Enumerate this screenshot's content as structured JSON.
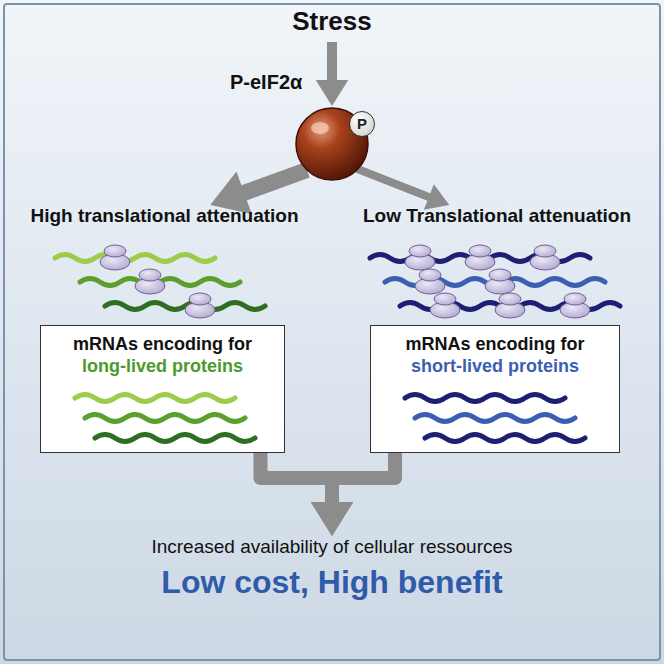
{
  "diagram": {
    "nodes": [
      {
        "text": [
          "Stress"
        ]
      },
      {
        "text": [
          "P-eIF2α"
        ]
      },
      {
        "text": [
          "P"
        ],
        "in": 1
      },
      {
        "text": [
          "High translational attenuation"
        ]
      },
      {
        "text": [
          "Low Translational attenuation"
        ]
      },
      {
        "text": [
          "mRNAs encoding for",
          "long-lived proteins"
        ]
      },
      {
        "text": [
          "mRNAs encoding for",
          "short-lived proteins"
        ]
      },
      {
        "text": [
          "Increased availability of cellular ressources",
          "Low cost, High benefit"
        ]
      }
    ],
    "edges": [
      {
        "from": 0,
        "to": 1,
        "arrow": "to"
      },
      {
        "from": 1,
        "to": 3,
        "arrow": "to"
      },
      {
        "from": 1,
        "to": 4,
        "arrow": "to"
      },
      {
        "from": 5,
        "to": 7,
        "arrow": "to"
      },
      {
        "from": 6,
        "to": 7,
        "arrow": "to"
      }
    ]
  }
}
